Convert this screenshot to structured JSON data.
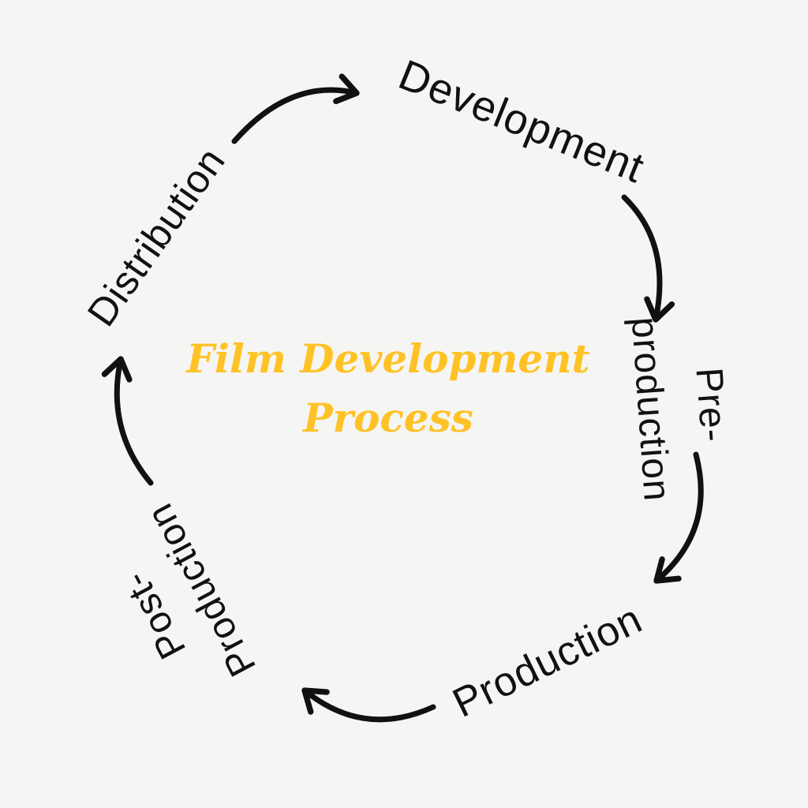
{
  "title": {
    "line1": "Film Development",
    "line2": "Process"
  },
  "colors": {
    "background": "#F5F5F3",
    "text": "#111111",
    "accent": "#FFC226"
  },
  "stages": [
    {
      "id": "development",
      "label": "Development"
    },
    {
      "id": "pre-production",
      "line1": "Pre-",
      "line2": "production"
    },
    {
      "id": "production",
      "label": "Production"
    },
    {
      "id": "post-production",
      "line1": "Post-",
      "line2": "Production"
    },
    {
      "id": "distribution",
      "label": "Distribution"
    }
  ],
  "connections": [
    {
      "from": "Development",
      "to": "Pre-production"
    },
    {
      "from": "Pre-production",
      "to": "Production"
    },
    {
      "from": "Production",
      "to": "Post-Production"
    },
    {
      "from": "Post-Production",
      "to": "Distribution"
    },
    {
      "from": "Distribution",
      "to": "Development"
    }
  ]
}
